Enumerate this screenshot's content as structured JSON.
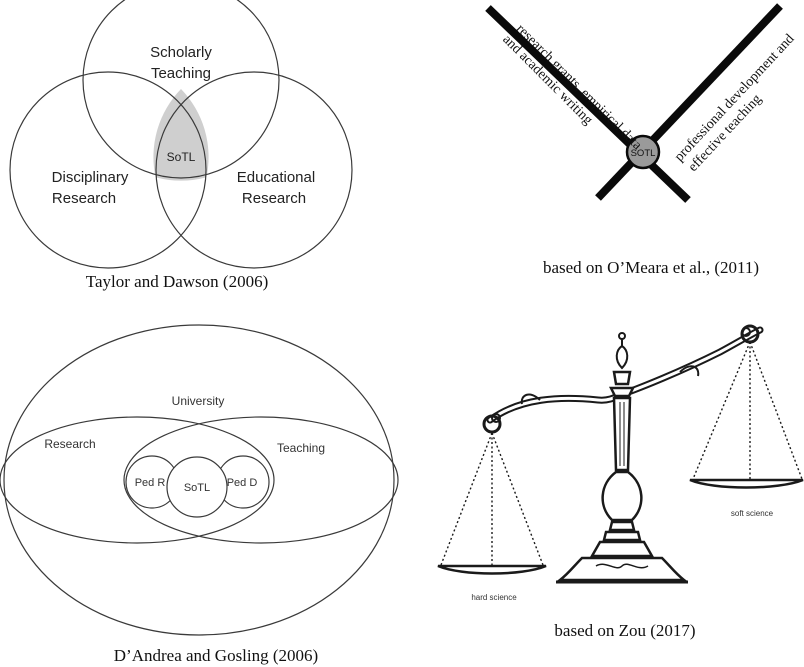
{
  "venn": {
    "scholarly_line1": "Scholarly",
    "scholarly_line2": "Teaching",
    "disciplinary_line1": "Disciplinary",
    "disciplinary_line2": "Research",
    "educational_line1": "Educational",
    "educational_line2": "Research",
    "center": "SoTL",
    "caption": "Taylor and Dawson (2006)"
  },
  "cross": {
    "left_line1": "research grants, empirical data",
    "left_line2": "and academic writing",
    "right_line1": "professional development and",
    "right_line2": "effective teaching",
    "center": "SOTL",
    "caption": "based on O’Meara et al., (2011)"
  },
  "ellipses": {
    "university": "University",
    "research": "Research",
    "teaching": "Teaching",
    "ped_r": "Ped R",
    "sotl": "SoTL",
    "ped_d": "Ped D",
    "caption": "D’Andrea and Gosling (2006)"
  },
  "scale": {
    "left_pan": "hard science",
    "right_pan": "soft science",
    "caption": "based on Zou (2017)"
  },
  "colors": {
    "stroke": "#1a1a1a",
    "sotl_fill": "#cfcfcf",
    "cross_bar": "#0a0a0a",
    "cross_node": "#9a9a9a"
  }
}
